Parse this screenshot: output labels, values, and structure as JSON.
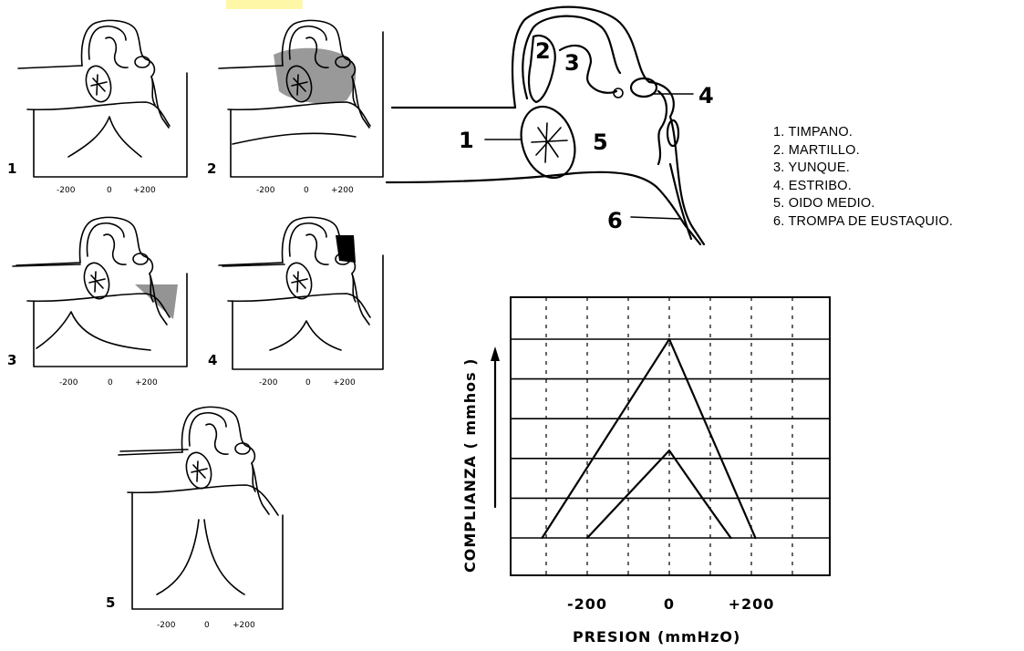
{
  "legend": [
    "1.  TIMPANO.",
    "2.  MARTILLO.",
    "3.  YUNQUE.",
    "4.  ESTRIBO.",
    "5.  OIDO  MEDIO.",
    "6.  TROMPA  DE EUSTAQUIO."
  ],
  "main_diagram": {
    "callouts": [
      "1",
      "2",
      "3",
      "4",
      "5",
      "6"
    ]
  },
  "panels": [
    {
      "number": "1",
      "ticks": [
        "-200",
        "0",
        "+200"
      ]
    },
    {
      "number": "2",
      "ticks": [
        "-200",
        "0",
        "+200"
      ]
    },
    {
      "number": "3",
      "ticks": [
        "-200",
        "0",
        "+200"
      ]
    },
    {
      "number": "4",
      "ticks": [
        "-200",
        "0",
        "+200"
      ]
    },
    {
      "number": "5",
      "ticks": [
        "-200",
        "0",
        "+200"
      ]
    }
  ],
  "chart_data": {
    "type": "line",
    "xlabel": "PRESION (mmHzO)",
    "ylabel": "COMPLIANZA  ( mmhos )",
    "x_ticks": [
      "-200",
      "0",
      "+200"
    ],
    "xlim": [
      -400,
      400
    ],
    "series": [
      {
        "x": [
          -310,
          -150,
          0,
          110,
          210
        ],
        "y": [
          0,
          2.6,
          5,
          2.4,
          0
        ]
      },
      {
        "x": [
          -200,
          -100,
          0,
          80,
          150
        ],
        "y": [
          0,
          1.1,
          2.2,
          1.0,
          0
        ]
      }
    ],
    "grid": true
  }
}
